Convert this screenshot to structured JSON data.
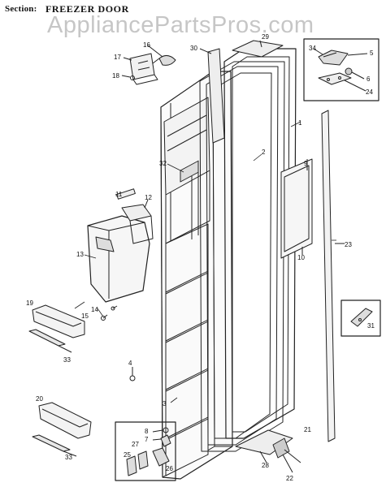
{
  "header": {
    "section_label": "Section:",
    "title": "FREEZER DOOR",
    "watermark": "AppliancePartsPros.com"
  },
  "callouts": [
    {
      "id": "c1",
      "label": "1"
    },
    {
      "id": "c2",
      "label": "2"
    },
    {
      "id": "c3",
      "label": "3"
    },
    {
      "id": "c4",
      "label": "4"
    },
    {
      "id": "c5",
      "label": "5"
    },
    {
      "id": "c6",
      "label": "6"
    },
    {
      "id": "c7",
      "label": "7"
    },
    {
      "id": "c8",
      "label": "8"
    },
    {
      "id": "c9",
      "label": "9"
    },
    {
      "id": "c10",
      "label": "10"
    },
    {
      "id": "c11",
      "label": "11"
    },
    {
      "id": "c12",
      "label": "12"
    },
    {
      "id": "c13",
      "label": "13"
    },
    {
      "id": "c14",
      "label": "14"
    },
    {
      "id": "c15",
      "label": "15"
    },
    {
      "id": "c16",
      "label": "16"
    },
    {
      "id": "c17",
      "label": "17"
    },
    {
      "id": "c18",
      "label": "18"
    },
    {
      "id": "c19",
      "label": "19"
    },
    {
      "id": "c20",
      "label": "20"
    },
    {
      "id": "c21",
      "label": "21"
    },
    {
      "id": "c22",
      "label": "22"
    },
    {
      "id": "c23",
      "label": "23"
    },
    {
      "id": "c24",
      "label": "24"
    },
    {
      "id": "c25",
      "label": "25"
    },
    {
      "id": "c26",
      "label": "26"
    },
    {
      "id": "c27",
      "label": "27"
    },
    {
      "id": "c28",
      "label": "28"
    },
    {
      "id": "c29",
      "label": "29"
    },
    {
      "id": "c30",
      "label": "30"
    },
    {
      "id": "c31",
      "label": "31"
    },
    {
      "id": "c32",
      "label": "32"
    },
    {
      "id": "c33a",
      "label": "33"
    },
    {
      "id": "c33b",
      "label": "33"
    },
    {
      "id": "c34",
      "label": "34"
    }
  ]
}
